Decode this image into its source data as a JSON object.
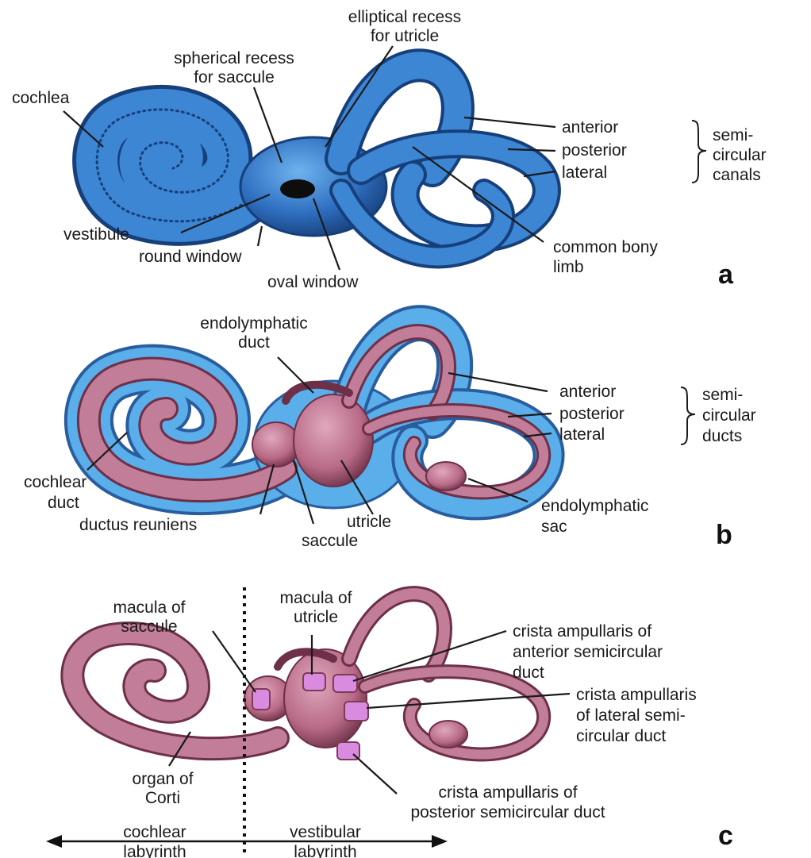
{
  "panels": {
    "a": {
      "letter": "a",
      "labels": {
        "elliptical_recess_1": "elliptical recess",
        "elliptical_recess_2": "for utricle",
        "spherical_recess_1": "spherical recess",
        "spherical_recess_2": "for saccule",
        "cochlea": "cochlea",
        "anterior": "anterior",
        "posterior": "posterior",
        "lateral": "lateral",
        "group_1": "semi-",
        "group_2": "circular",
        "group_3": "canals",
        "vestibule": "vestibule",
        "round_window": "round window",
        "oval_window": "oval window",
        "common_bony_1": "common bony",
        "common_bony_2": "limb"
      }
    },
    "b": {
      "letter": "b",
      "labels": {
        "endolymphatic_duct_1": "endolymphatic",
        "endolymphatic_duct_2": "duct",
        "anterior": "anterior",
        "posterior": "posterior",
        "lateral": "lateral",
        "group_1": "semi-",
        "group_2": "circular",
        "group_3": "ducts",
        "cochlear_duct_1": "cochlear",
        "cochlear_duct_2": "duct",
        "ductus_reuniens": "ductus reuniens",
        "utricle": "utricle",
        "saccule": "saccule",
        "endolymphatic_sac_1": "endolymphatic",
        "endolymphatic_sac_2": "sac"
      }
    },
    "c": {
      "letter": "c",
      "labels": {
        "macula_saccule_1": "macula of",
        "macula_saccule_2": "saccule",
        "macula_utricle_1": "macula of",
        "macula_utricle_2": "utricle",
        "crista_anterior_1": "crista ampullaris of",
        "crista_anterior_2": "anterior semicircular",
        "crista_anterior_3": "duct",
        "crista_lateral_1": "crista ampullaris",
        "crista_lateral_2": "of lateral semi-",
        "crista_lateral_3": "circular duct",
        "organ_corti_1": "organ of",
        "organ_corti_2": "Corti",
        "crista_posterior_1": "crista ampullaris of",
        "crista_posterior_2": "posterior semicircular duct",
        "cochlear_lab_1": "cochlear",
        "cochlear_lab_2": "labyrinth",
        "vestibular_lab_1": "vestibular",
        "vestibular_lab_2": "labyrinth"
      }
    }
  },
  "colors": {
    "bony_blue": "#2f6fc0",
    "bony_blue_light": "#5aa8e8",
    "perilymph_blue": "#4aa3e6",
    "membranous_pink": "#b86a86",
    "membranous_dark": "#7d3c55",
    "sensory_violet": "#d98be0"
  }
}
